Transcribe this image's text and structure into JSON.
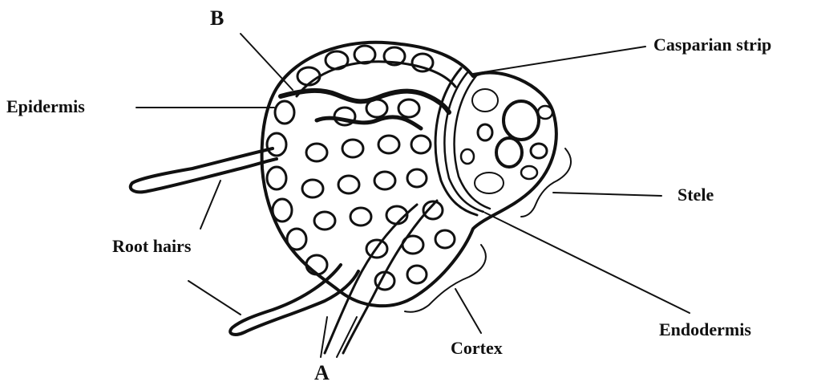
{
  "labels": {
    "b": "B",
    "casparian_strip": "Casparian strip",
    "epidermis": "Epidermis",
    "stele": "Stele",
    "root_hairs": "Root hairs",
    "endodermis": "Endodermis",
    "cortex": "Cortex",
    "a": "A"
  },
  "colors": {
    "ink": "#111111",
    "paper": "#ffffff"
  }
}
